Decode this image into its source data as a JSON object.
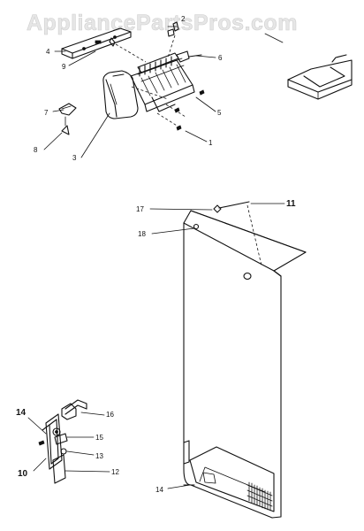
{
  "watermark": "AppliancePartsPros.com",
  "callouts": {
    "c1": "1",
    "c2": "2",
    "c3": "3",
    "c4": "4",
    "c5": "5",
    "c6": "6",
    "c7": "7",
    "c8": "8",
    "c9": "9",
    "c10": "10",
    "c11": "11",
    "c12": "12",
    "c13": "13",
    "c14a": "14",
    "c14b": "14",
    "c15": "15",
    "c16": "16",
    "c17": "17",
    "c18": "18"
  }
}
